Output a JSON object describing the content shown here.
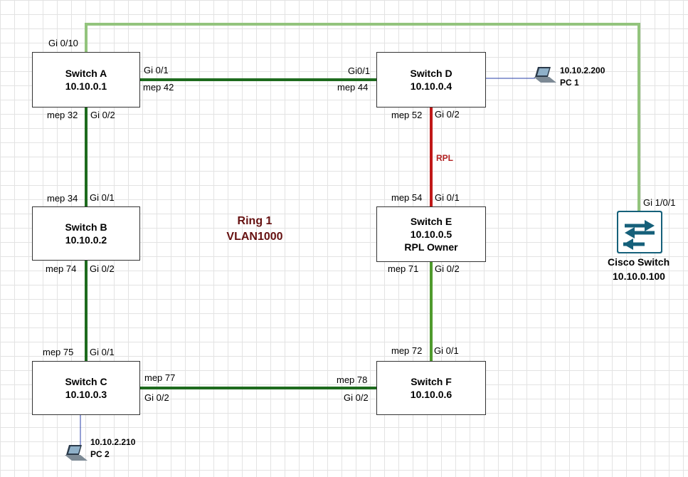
{
  "switches": {
    "a": {
      "name": "Switch A",
      "ip": "10.10.0.1"
    },
    "b": {
      "name": "Switch B",
      "ip": "10.10.0.2"
    },
    "c": {
      "name": "Switch C",
      "ip": "10.10.0.3"
    },
    "d": {
      "name": "Switch D",
      "ip": "10.10.0.4"
    },
    "e": {
      "name": "Switch E",
      "ip": "10.10.0.5",
      "role": "RPL Owner"
    },
    "f": {
      "name": "Switch F",
      "ip": "10.10.0.6"
    }
  },
  "cisco": {
    "name": "Cisco Switch",
    "ip": "10.10.0.100",
    "port": "Gi 1/0/1"
  },
  "pcs": {
    "pc1": {
      "name": "PC 1",
      "ip": "10.10.2.200"
    },
    "pc2": {
      "name": "PC 2",
      "ip": "10.10.2.210"
    }
  },
  "ring": {
    "title": "Ring 1",
    "vlan": "VLAN1000"
  },
  "rpl_label": "RPL",
  "ports": {
    "a_gi010": "Gi 0/10",
    "a_gi01": "Gi 0/1",
    "a_mep42": "mep 42",
    "a_mep32": "mep 32",
    "a_gi02": "Gi 0/2",
    "d_gi01": "Gi0/1",
    "d_mep44": "mep 44",
    "d_mep52": "mep 52",
    "d_gi02": "Gi 0/2",
    "b_mep34": "mep 34",
    "b_gi01": "Gi 0/1",
    "b_mep74": "mep 74",
    "b_gi02": "Gi 0/2",
    "e_mep54": "mep 54",
    "e_gi01": "Gi 0/1",
    "e_mep71": "mep 71",
    "e_gi02": "Gi 0/2",
    "c_mep75": "mep 75",
    "c_gi01": "Gi 0/1",
    "c_mep77": "mep 77",
    "c_gi02": "Gi 0/2",
    "f_mep72": "mep 72",
    "f_gi01": "Gi 0/1",
    "f_mep78": "mep 78",
    "f_gi02": "Gi 0/2"
  },
  "colors": {
    "ring_link": "#1e6b1e",
    "uplink": "#93c47d",
    "e_f_link": "#4f9a2d",
    "rpl_link": "#c01818",
    "pc_link": "#2a3fa8",
    "cisco_icon": "#15607a"
  }
}
